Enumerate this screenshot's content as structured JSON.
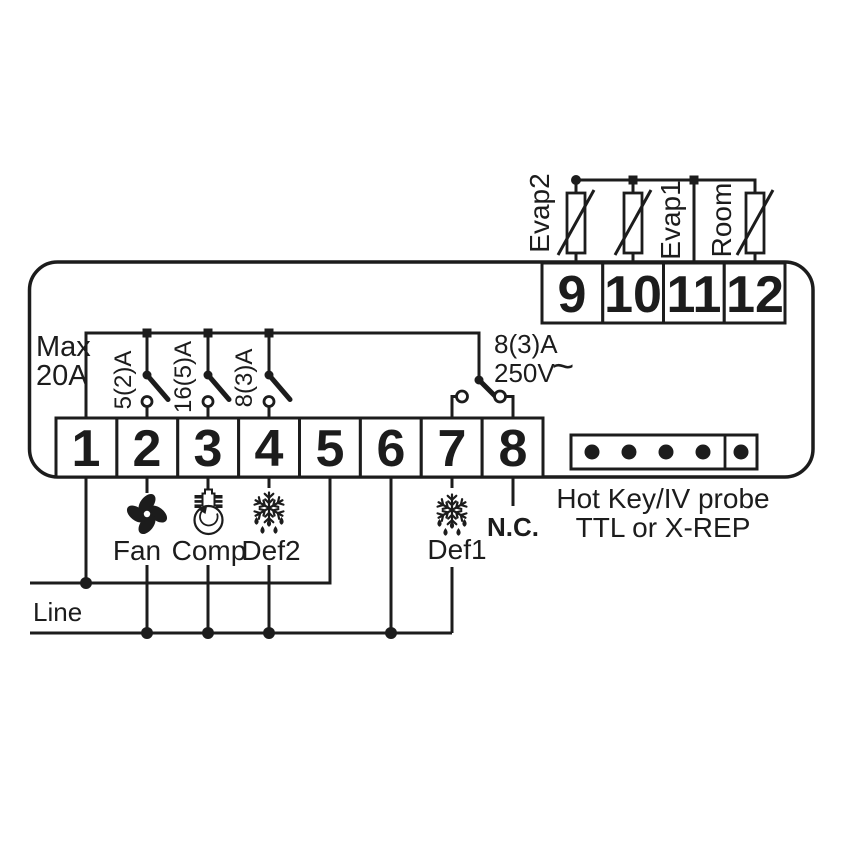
{
  "device": {
    "max_rating": {
      "line1": "Max",
      "line2": "20A"
    },
    "terminals_main": [
      "1",
      "2",
      "3",
      "4",
      "5",
      "6",
      "7",
      "8"
    ],
    "terminals_probe": [
      "9",
      "10",
      "11",
      "12"
    ],
    "probes": [
      {
        "label": "Evap2",
        "terminal": "9"
      },
      {
        "label": "Evap1",
        "terminal": "10"
      },
      {
        "label": "Room",
        "terminal": "12"
      }
    ],
    "relays": [
      {
        "terminal": "2",
        "rating": "5(2)A",
        "load": "Fan",
        "icon": "fan-icon"
      },
      {
        "terminal": "3",
        "rating": "16(5)A",
        "load": "Comp",
        "icon": "compressor-icon"
      },
      {
        "terminal": "4",
        "rating": "8(3)A",
        "load": "Def2",
        "icon": "defrost-icon"
      }
    ],
    "changeover": {
      "rating": "8(3)A",
      "voltage": "250V",
      "ac_symbol": "~",
      "load": "Def1",
      "load_icon": "defrost-icon",
      "nc_label": "N.C."
    },
    "connector": {
      "line1": "Hot Key/IV probe",
      "line2": "TTL or X-REP"
    },
    "line_label": "Line",
    "colors": {
      "ink": "#1c1c1c",
      "background": "#ffffff"
    }
  }
}
